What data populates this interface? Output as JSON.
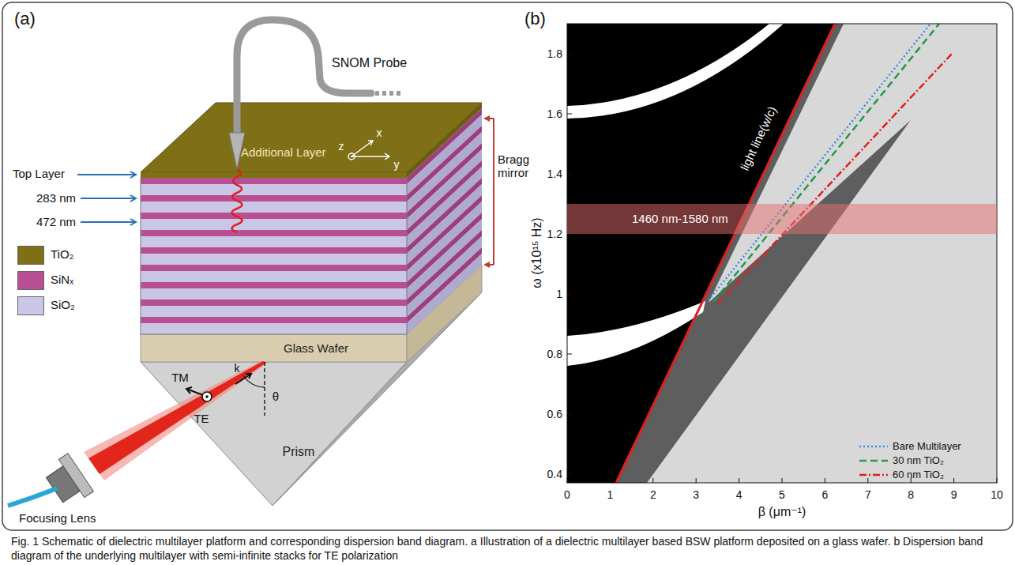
{
  "diagram": {
    "caption": "Fig. 1 Schematic of dielectric multilayer platform and corresponding dispersion band diagram. a Illustration of a dielectric multilayer based BSW platform deposited on a glass wafer. b Dispersion band diagram of the underlying multilayer with semi-infinite stacks for TE polarization",
    "nodes": [
      {
        "text": [
          "1460 nm-1580 nm"
        ]
      }
    ],
    "labels": [
      "(a)",
      "SNOM Probe",
      "Additional Layer",
      "Top Layer",
      "283 nm",
      "472 nm",
      "Bragg mirror",
      "z",
      "x",
      "y",
      "Glass Wafer",
      "TM",
      "k",
      "θ",
      "TE",
      "Prism",
      "Focusing Lens",
      "(b)",
      "light line(w/c)",
      "1.8",
      "1.6",
      "1.4",
      "1.2",
      "1",
      "0.8",
      "0.6",
      "0.4",
      "0",
      "1",
      "2",
      "3",
      "4",
      "5",
      "6",
      "7",
      "8",
      "9",
      "10",
      "ω (x10¹⁵ Hz)",
      "β (μm⁻¹)"
    ],
    "legend": [
      {
        "text": "TiO₂",
        "color": "#7f6f16"
      },
      {
        "text": "SiNₓ",
        "color": "#b84f95"
      },
      {
        "text": "SiO₂",
        "color": "#c9c6e6"
      },
      {
        "text": "Bare Multilayer"
      },
      {
        "text": "30 nm TiO₂"
      },
      {
        "text": "60 nm TiO₂"
      }
    ]
  }
}
